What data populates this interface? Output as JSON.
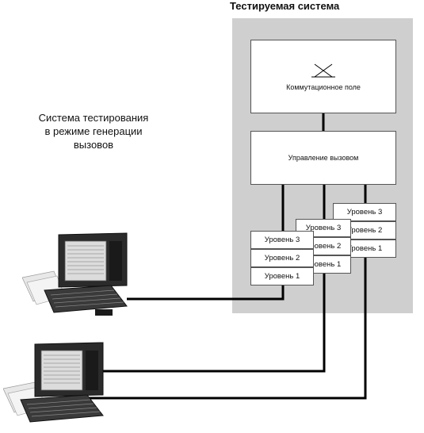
{
  "system_title": "Тестируемая система",
  "switching_field": "Коммутационное поле",
  "call_control": "Управление вызовом",
  "tester_caption": [
    "Система тестирования",
    "в режиме генерации",
    "вызовов"
  ],
  "levels": [
    "Уровень 3",
    "Уровень 2",
    "Уровень 1"
  ]
}
